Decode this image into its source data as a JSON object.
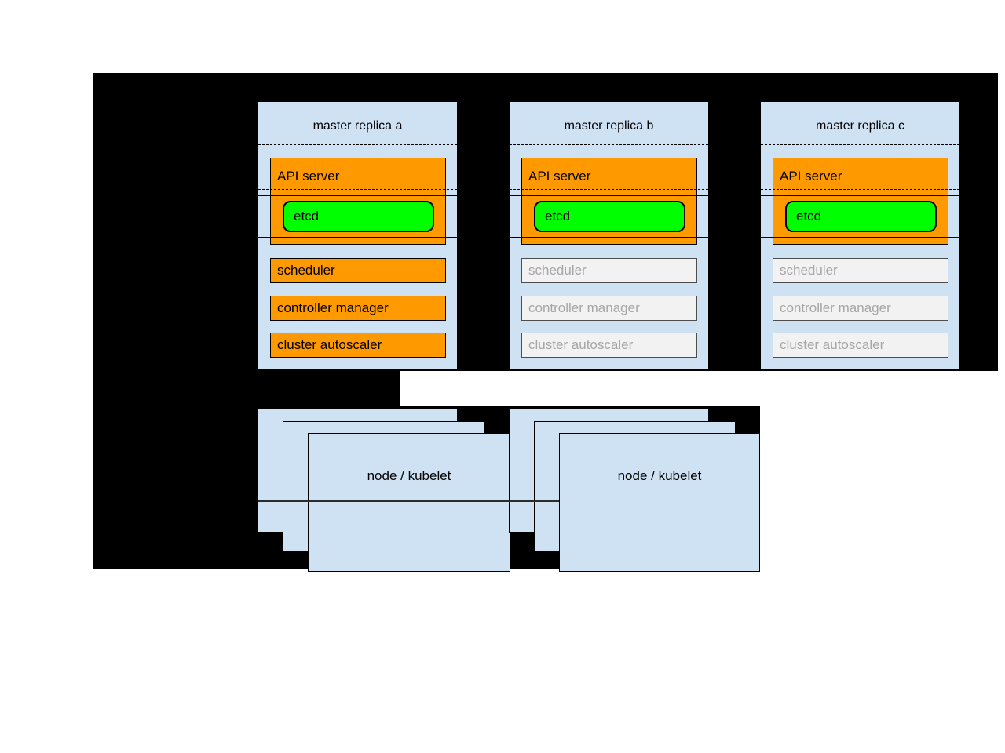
{
  "colors": {
    "backdrop": "#000000",
    "page": "#ffffff",
    "box_blue": "#cfe2f3",
    "active_orange": "#ff9900",
    "etcd_green": "#00ff00",
    "inactive_fill": "#f2f2f2",
    "inactive_text": "#a6a6a6",
    "inactive_border": "#4d4d4d"
  },
  "masters": [
    {
      "title": "master replica a",
      "active": true,
      "api_server_label": "API server",
      "etcd_label": "etcd",
      "components": [
        "scheduler",
        "controller manager",
        "cluster autoscaler"
      ]
    },
    {
      "title": "master replica b",
      "active": false,
      "api_server_label": "API server",
      "etcd_label": "etcd",
      "components": [
        "scheduler",
        "controller manager",
        "cluster autoscaler"
      ]
    },
    {
      "title": "master replica c",
      "active": false,
      "api_server_label": "API server",
      "etcd_label": "etcd",
      "components": [
        "scheduler",
        "controller manager",
        "cluster autoscaler"
      ]
    }
  ],
  "node_groups": [
    {
      "label": "node / kubelet"
    },
    {
      "label": "node / kubelet"
    }
  ]
}
